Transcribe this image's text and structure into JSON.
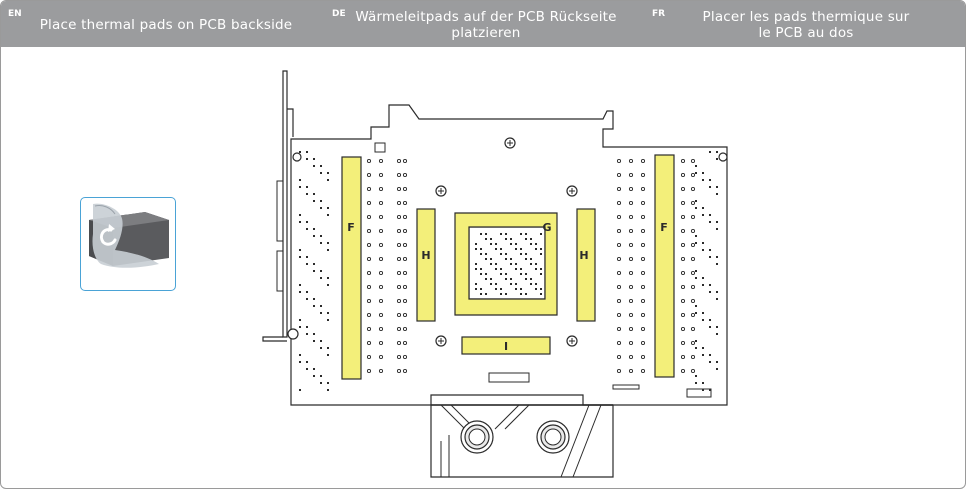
{
  "header": {
    "en": {
      "code": "EN",
      "text": "Place thermal pads on PCB backside"
    },
    "de": {
      "code": "DE",
      "text_line1": "Wärmeleitpads auf der PCB Rückseite",
      "text_line2": "platzieren"
    },
    "fr": {
      "code": "FR",
      "text_line1": "Placer les pads thermique sur",
      "text_line2": "le PCB au dos"
    }
  },
  "pads": {
    "f_left": "F",
    "h_left": "H",
    "g_center": "G",
    "h_right": "H",
    "i_bottom": "I",
    "f_right": "F"
  },
  "colors": {
    "header_bg": "#9b9c9e",
    "pad_fill": "#f3ef7a",
    "icon_border": "#4aa3d6",
    "line": "#2b2b2b"
  },
  "icons": {
    "thermal_pad": "thermal-pad-peel-icon"
  }
}
